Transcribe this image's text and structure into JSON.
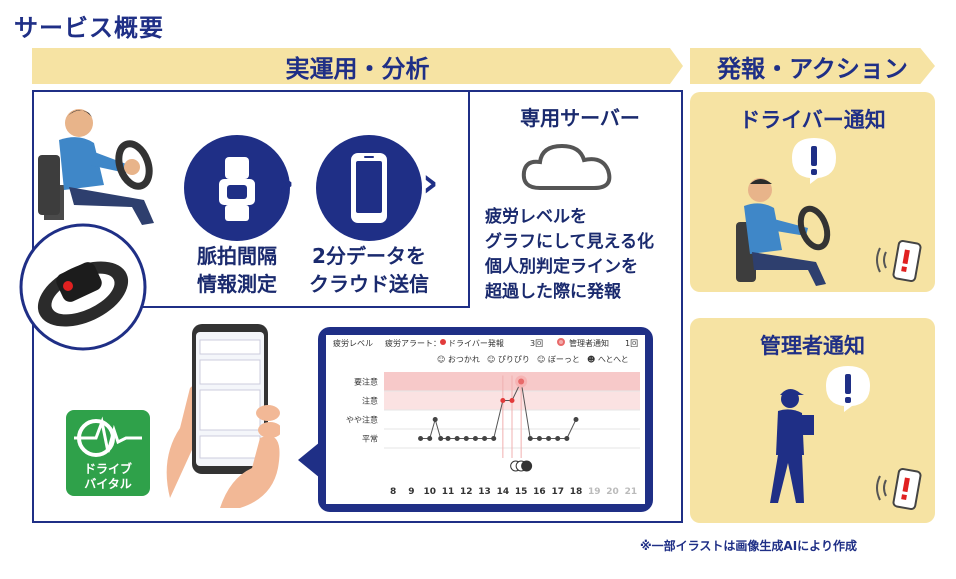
{
  "page": {
    "title": "サービス概要",
    "note": "※一部イラストは画像生成AIにより作成"
  },
  "left_section": {
    "banner": "実運用・分析",
    "steps": [
      {
        "label_line1": "脈拍間隔",
        "label_line2": "情報測定",
        "icon": "wristband-icon"
      },
      {
        "label_line1": "2分データを",
        "label_line2": "クラウド送信",
        "icon": "smartphone-icon"
      }
    ],
    "server": {
      "title": "専用サーバー",
      "icon": "cloud-icon",
      "lines": [
        "疲労レベルを",
        "グラフにして見える化",
        "個人別判定ラインを",
        "超過した際に発報"
      ]
    },
    "app_logo": {
      "line1": "ドライブ",
      "line2": "バイタル"
    }
  },
  "chart_data": {
    "type": "line",
    "title": "",
    "header": {
      "level_label": "疲労レベル",
      "alert_label": "疲労アラート：",
      "driver_alert_label": "ドライバー発報",
      "driver_alert_count": "3回",
      "manager_alert_label": "管理者通知",
      "manager_alert_count": "1回"
    },
    "legend_faces": [
      "おつかれ",
      "ぴりぴり",
      "ぼーっと",
      "へとへと"
    ],
    "y_categories": [
      "平常",
      "やや注意",
      "注意",
      "要注意"
    ],
    "x_ticks": [
      "8",
      "9",
      "10",
      "11",
      "12",
      "13",
      "14",
      "15",
      "16",
      "17",
      "18",
      "19",
      "20",
      "21"
    ],
    "x": [
      9.5,
      10,
      10.3,
      10.6,
      11,
      11.5,
      12,
      12.5,
      13,
      13.5,
      14,
      14.5,
      15,
      15.5,
      16,
      16.5,
      17,
      17.5,
      18
    ],
    "y": [
      0,
      0,
      1,
      0,
      0,
      0,
      0,
      0,
      0,
      0,
      2,
      2,
      3,
      0,
      0,
      0,
      0,
      0,
      1
    ],
    "alerts": [
      {
        "x": 14,
        "level": "driver"
      },
      {
        "x": 14.5,
        "level": "driver"
      },
      {
        "x": 15,
        "level": "manager"
      }
    ],
    "colors": {
      "driver": "#e23b3b",
      "manager": "#e86a6a",
      "line": "#555555",
      "band_high": "#f7c9c9",
      "band_mid": "#fbe2e2"
    }
  },
  "right_section": {
    "banner": "発報・アクション",
    "driver_panel": {
      "title": "ドライバー通知",
      "icon": "exclamation-icon"
    },
    "manager_panel": {
      "title": "管理者通知",
      "icon": "exclamation-icon"
    }
  },
  "colors": {
    "navy": "#1f2f86",
    "banner": "#f6e3a3",
    "green": "#2fa14a"
  }
}
